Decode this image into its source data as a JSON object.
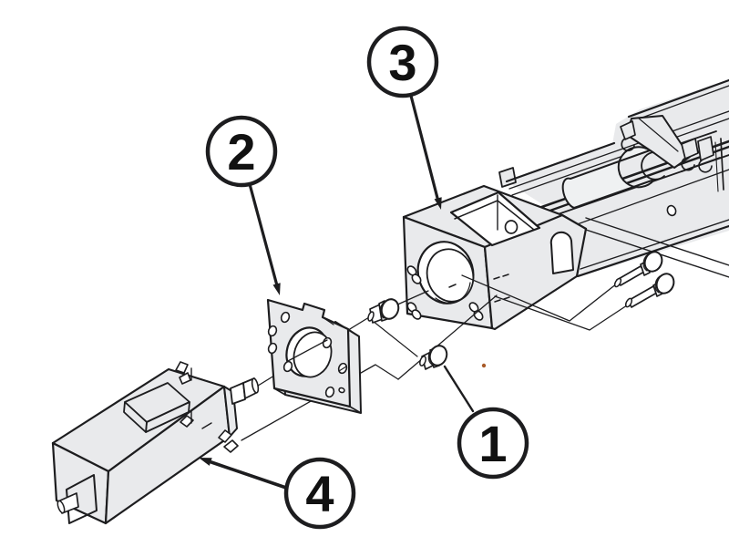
{
  "figure": {
    "kind": "exploded-assembly-technical-diagram",
    "background": "#ffffff"
  },
  "colors": {
    "line": "#1d1d1f",
    "part_fill": "#e9eaec",
    "cylinder_fill": "#eff1f2",
    "white": "#ffffff",
    "artifact_dot": "#a85a28"
  },
  "callouts": [
    {
      "number": "1"
    },
    {
      "number": "2"
    },
    {
      "number": "3"
    },
    {
      "number": "4"
    }
  ]
}
